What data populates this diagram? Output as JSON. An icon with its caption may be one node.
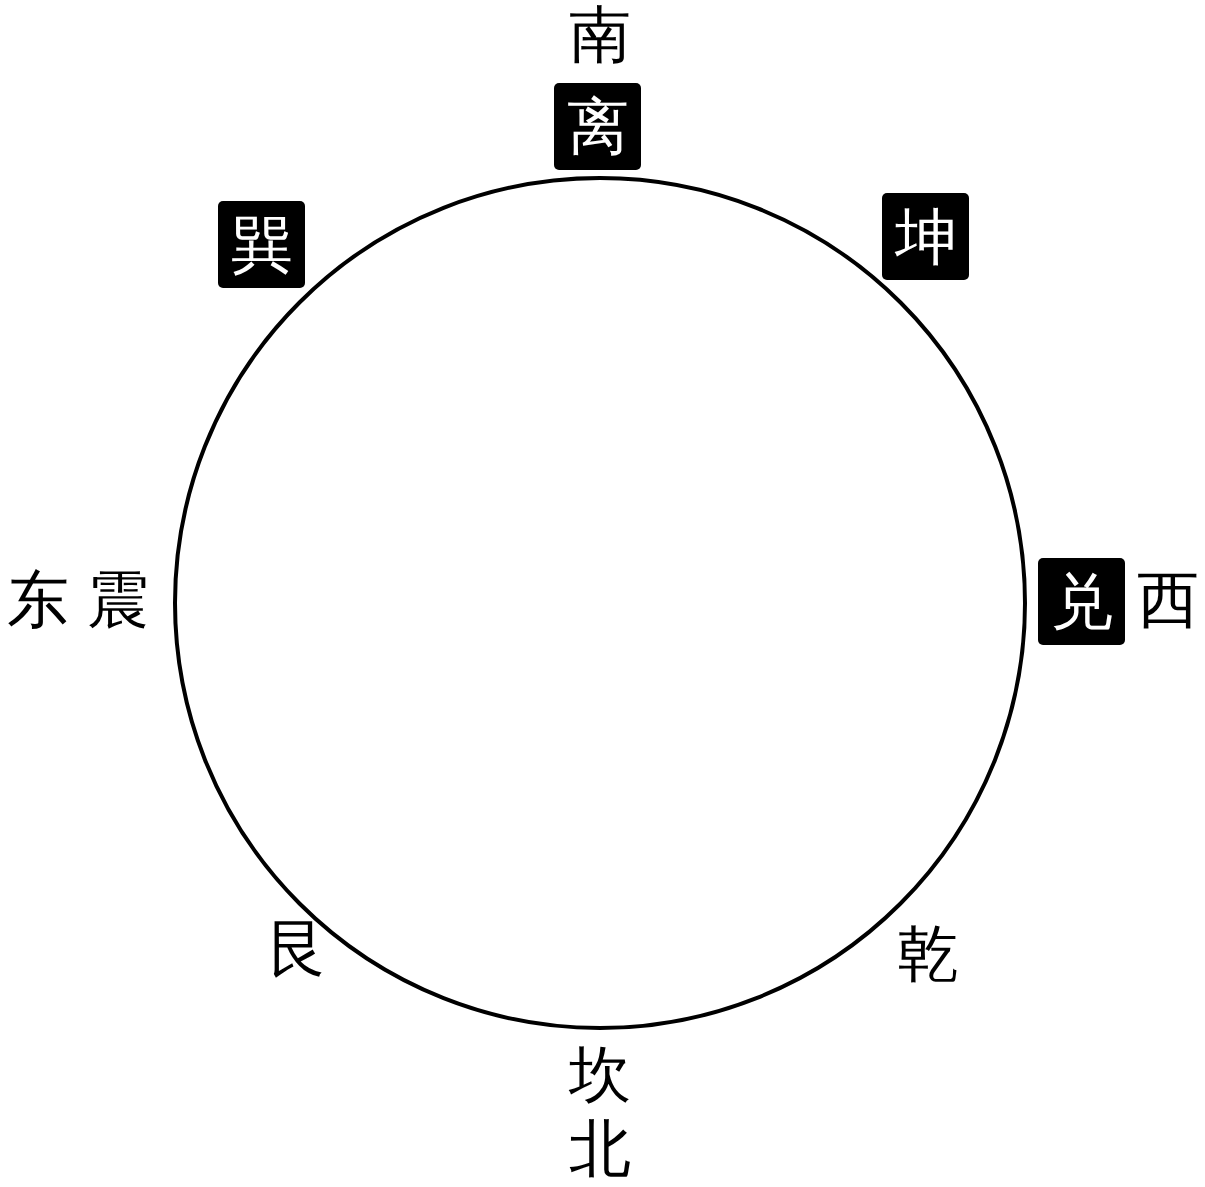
{
  "diagram": {
    "nodes": [
      {
        "text": [
          "离"
        ]
      },
      {
        "text": [
          "巽"
        ]
      },
      {
        "text": [
          "坤"
        ]
      },
      {
        "text": [
          "兑"
        ]
      }
    ],
    "labels": [
      "南",
      "东",
      "震",
      "西",
      "艮",
      "乾",
      "坎",
      "北"
    ]
  }
}
